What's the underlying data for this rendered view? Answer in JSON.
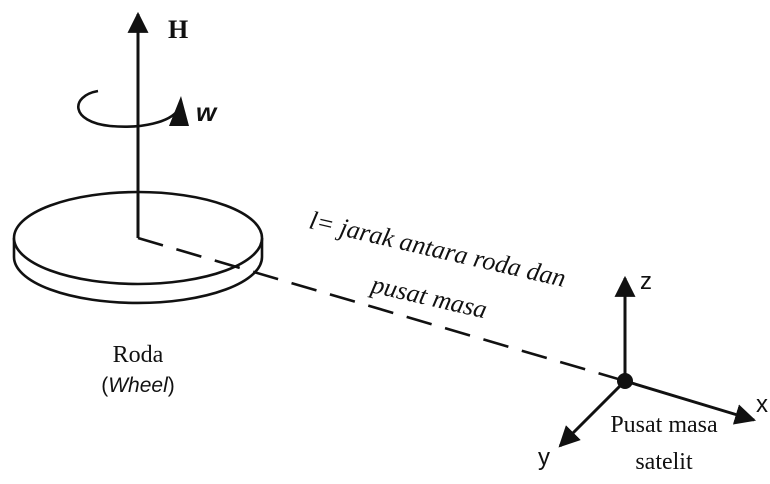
{
  "diagram": {
    "h_label": "H",
    "w_label": "w",
    "distance_line1": "l= jarak antara roda dan",
    "distance_line2": "pusat masa",
    "wheel_label": "Roda",
    "wheel_sub_open": "(",
    "wheel_sub_italic": "Wheel",
    "wheel_sub_close": ")",
    "axis_z": "z",
    "axis_x": "x",
    "axis_y": "y",
    "center_line1": "Pusat masa",
    "center_line2": "satelit"
  },
  "colors": {
    "ink": "#111111",
    "background": "#ffffff"
  }
}
